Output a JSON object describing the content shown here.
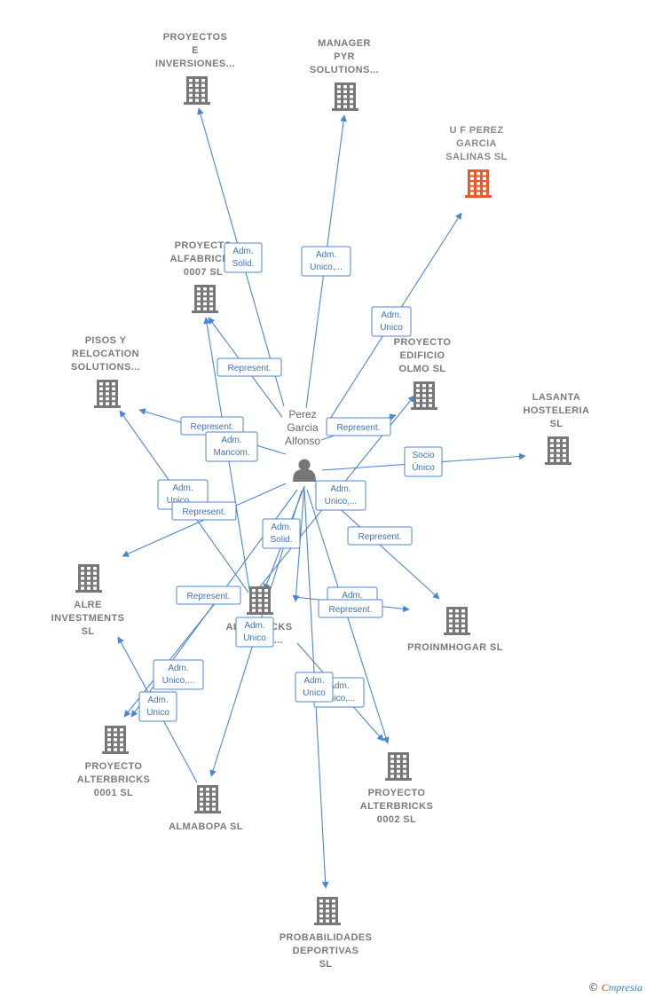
{
  "colors": {
    "edge": "#4a86d4",
    "building": "#777777",
    "building_highlight": "#e85b2e"
  },
  "center": {
    "name_lines": [
      "Perez",
      "Garcia",
      "Alfonso"
    ],
    "icon": "person-icon"
  },
  "nodes": [
    {
      "id": "proyectos-e-inversiones",
      "lines": [
        "PROYECTOS",
        "E",
        "INVERSIONES..."
      ],
      "icon": "building-icon"
    },
    {
      "id": "manager-pyr",
      "lines": [
        "MANAGER",
        "PYR",
        "SOLUTIONS..."
      ],
      "icon": "building-icon"
    },
    {
      "id": "uf-perez-garcia",
      "lines": [
        "U F PEREZ",
        "GARCIA",
        "SALINAS  SL"
      ],
      "icon": "building-icon",
      "highlight": true
    },
    {
      "id": "proyecto-alfabricks",
      "lines": [
        "PROYECTO",
        "ALFABRICKS",
        "0007  SL"
      ],
      "icon": "building-icon"
    },
    {
      "id": "pisos-y-relocation",
      "lines": [
        "PISOS Y",
        "RELOCATION",
        "SOLUTIONS..."
      ],
      "icon": "building-icon"
    },
    {
      "id": "proyecto-edificio-olmo",
      "lines": [
        "PROYECTO",
        "EDIFICIO",
        "OLMO  SL"
      ],
      "icon": "building-icon"
    },
    {
      "id": "lasanta-hosteleria",
      "lines": [
        "LASANTA",
        "HOSTELERIA",
        "SL"
      ],
      "icon": "building-icon"
    },
    {
      "id": "alre-investments",
      "lines": [
        "ALRE",
        "INVESTMENTS",
        "SL"
      ],
      "icon": "building-icon"
    },
    {
      "id": "alfabricks-estate",
      "lines": [
        "ALFABRICKS",
        "ESTATE..."
      ],
      "icon": "building-icon"
    },
    {
      "id": "proinmhogar",
      "lines": [
        "PROINMHOGAR SL"
      ],
      "icon": "building-icon"
    },
    {
      "id": "proyecto-alterbricks-0001",
      "lines": [
        "PROYECTO",
        "ALTERBRICKS",
        "0001  SL"
      ],
      "icon": "building-icon"
    },
    {
      "id": "almabopa",
      "lines": [
        "ALMABOPA  SL"
      ],
      "icon": "building-icon"
    },
    {
      "id": "proyecto-alterbricks-0002",
      "lines": [
        "PROYECTO",
        "ALTERBRICKS",
        "0002  SL"
      ],
      "icon": "building-icon"
    },
    {
      "id": "probabilidades-deportivas",
      "lines": [
        "PROBABILIDADES",
        "DEPORTIVAS",
        "SL"
      ],
      "icon": "building-icon"
    }
  ],
  "edge_labels": [
    {
      "id": "e1",
      "lines": [
        "Adm.",
        "Solid."
      ]
    },
    {
      "id": "e2",
      "lines": [
        "Adm.",
        "Unico,..."
      ]
    },
    {
      "id": "e3",
      "lines": [
        "Adm.",
        "Unico"
      ]
    },
    {
      "id": "e4",
      "lines": [
        "Represent."
      ]
    },
    {
      "id": "e5",
      "lines": [
        "Represent."
      ]
    },
    {
      "id": "e6",
      "lines": [
        "Represent."
      ]
    },
    {
      "id": "e7",
      "lines": [
        "Adm.",
        "Mancom."
      ]
    },
    {
      "id": "e8",
      "lines": [
        "Socio",
        "Único"
      ]
    },
    {
      "id": "e9",
      "lines": [
        "Adm.",
        "Unico,..."
      ]
    },
    {
      "id": "e10",
      "lines": [
        "Adm.",
        "Unico,..."
      ]
    },
    {
      "id": "e11",
      "lines": [
        "Represent."
      ]
    },
    {
      "id": "e12",
      "lines": [
        "Represent."
      ]
    },
    {
      "id": "e13",
      "lines": [
        "Adm.",
        "Solid."
      ]
    },
    {
      "id": "e14",
      "lines": [
        "Represent."
      ]
    },
    {
      "id": "e15",
      "lines": [
        "Adm.",
        "Unico,..."
      ]
    },
    {
      "id": "e16",
      "lines": [
        "Represent."
      ]
    },
    {
      "id": "e17",
      "lines": [
        "Adm.",
        "Unico"
      ]
    },
    {
      "id": "e18",
      "lines": [
        "Adm.",
        "Unico,..."
      ]
    },
    {
      "id": "e19",
      "lines": [
        "Adm.",
        "Unico"
      ]
    },
    {
      "id": "e20",
      "lines": [
        "Adm.",
        "Unico,..."
      ]
    },
    {
      "id": "e21",
      "lines": [
        "Adm.",
        "Unico"
      ]
    }
  ],
  "footer": {
    "copyright_symbol": "©",
    "brand_first": "C",
    "brand_rest": "mpresia"
  }
}
